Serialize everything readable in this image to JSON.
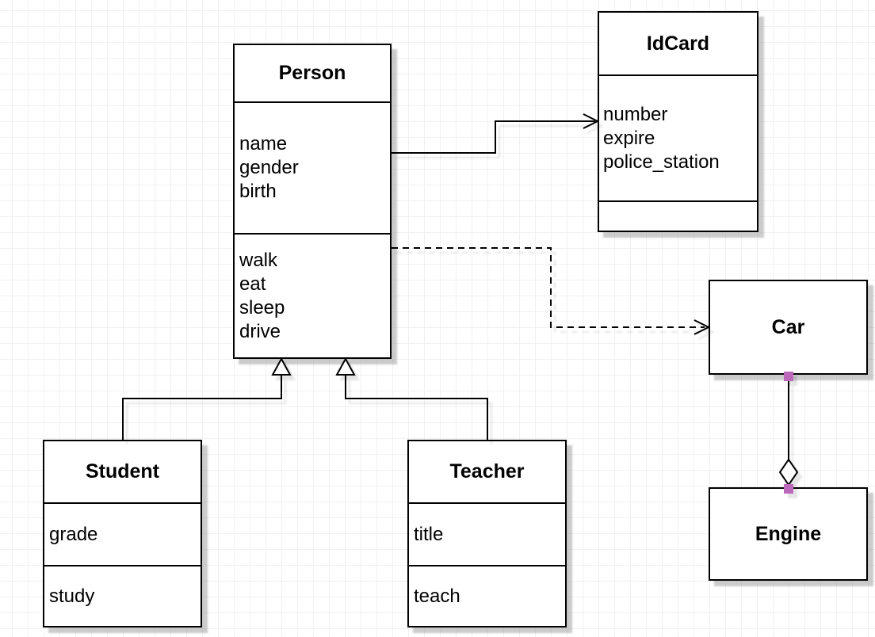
{
  "diagram": {
    "type": "uml-class-diagram",
    "classes": [
      {
        "name": "Person",
        "attributes": [
          "name",
          "gender",
          "birth"
        ],
        "methods": [
          "walk",
          "eat",
          "sleep",
          "drive"
        ]
      },
      {
        "name": "IdCard",
        "attributes": [
          "number",
          "expire",
          "police_station"
        ],
        "methods": []
      },
      {
        "name": "Car",
        "attributes": [],
        "methods": []
      },
      {
        "name": "Engine",
        "attributes": [],
        "methods": []
      },
      {
        "name": "Student",
        "attributes": [
          "grade"
        ],
        "methods": [
          "study"
        ]
      },
      {
        "name": "Teacher",
        "attributes": [
          "title"
        ],
        "methods": [
          "teach"
        ]
      }
    ],
    "relationships": [
      {
        "from": "Person",
        "to": "IdCard",
        "type": "directed-association",
        "line": "solid",
        "arrow": "open"
      },
      {
        "from": "Person",
        "to": "Car",
        "type": "dependency",
        "line": "dashed",
        "arrow": "open"
      },
      {
        "from": "Student",
        "to": "Person",
        "type": "generalization",
        "line": "solid",
        "arrow": "hollow-triangle"
      },
      {
        "from": "Teacher",
        "to": "Person",
        "type": "generalization",
        "line": "solid",
        "arrow": "hollow-triangle"
      },
      {
        "from": "Car",
        "to": "Engine",
        "type": "aggregation",
        "line": "solid",
        "arrow": "hollow-diamond"
      }
    ],
    "colors": {
      "box_fill": "#ffffff",
      "box_border": "#000000",
      "shadow": "#c8c8c8",
      "grid_line": "#f1f1f4",
      "endpoint_marker": "#bc69bc",
      "background": "#ffffff"
    }
  }
}
